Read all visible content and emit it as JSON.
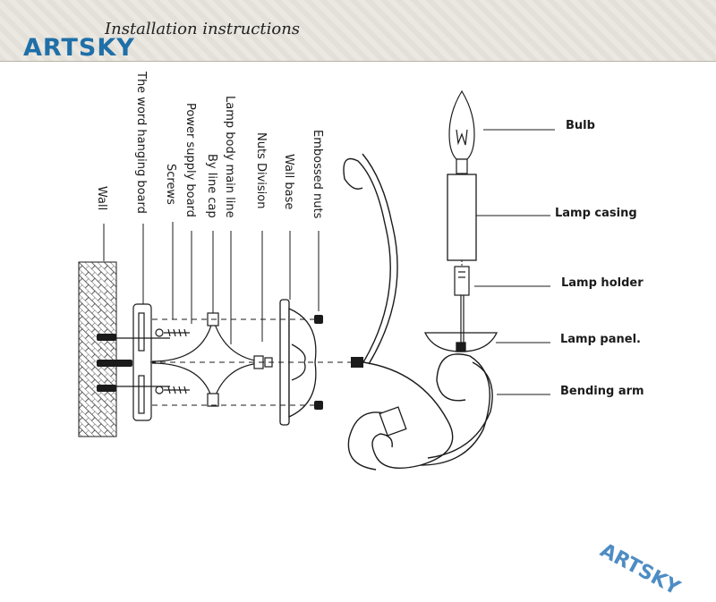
{
  "header": {
    "title": "Installation instructions",
    "brand": "ARTSKY"
  },
  "labels_left": [
    "Wall",
    "The word hanging board",
    "Screws",
    "Power supply board",
    "By line cap",
    "Lamp body main line",
    "Nuts Division",
    "Wall base",
    "Embossed nuts"
  ],
  "labels_right": [
    "Bulb",
    "Lamp casing",
    "Lamp holder",
    "Lamp panel.",
    "Bending arm"
  ],
  "watermark": {
    "brand": "ARTSKY"
  },
  "colors": {
    "brand_blue": "#1f6fa8",
    "watermark_blue": "#4e8cc4",
    "line": "#1b1b1b"
  }
}
